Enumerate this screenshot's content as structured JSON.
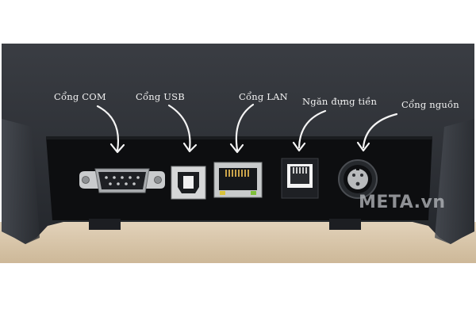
{
  "photo": {
    "subject": "receipt-printer-rear-ports",
    "colors": {
      "housing": "#2b2e33",
      "panel": "#0d0e10",
      "wood": "#d9c7ad",
      "background": "#ffffff"
    }
  },
  "labels": {
    "com": "Cổng COM",
    "usb": "Cổng USB",
    "lan": "Cổng LAN",
    "drawer": "Ngăn đựng tiền",
    "power": "Cổng nguồn"
  },
  "watermark": {
    "text": "META.vn"
  }
}
